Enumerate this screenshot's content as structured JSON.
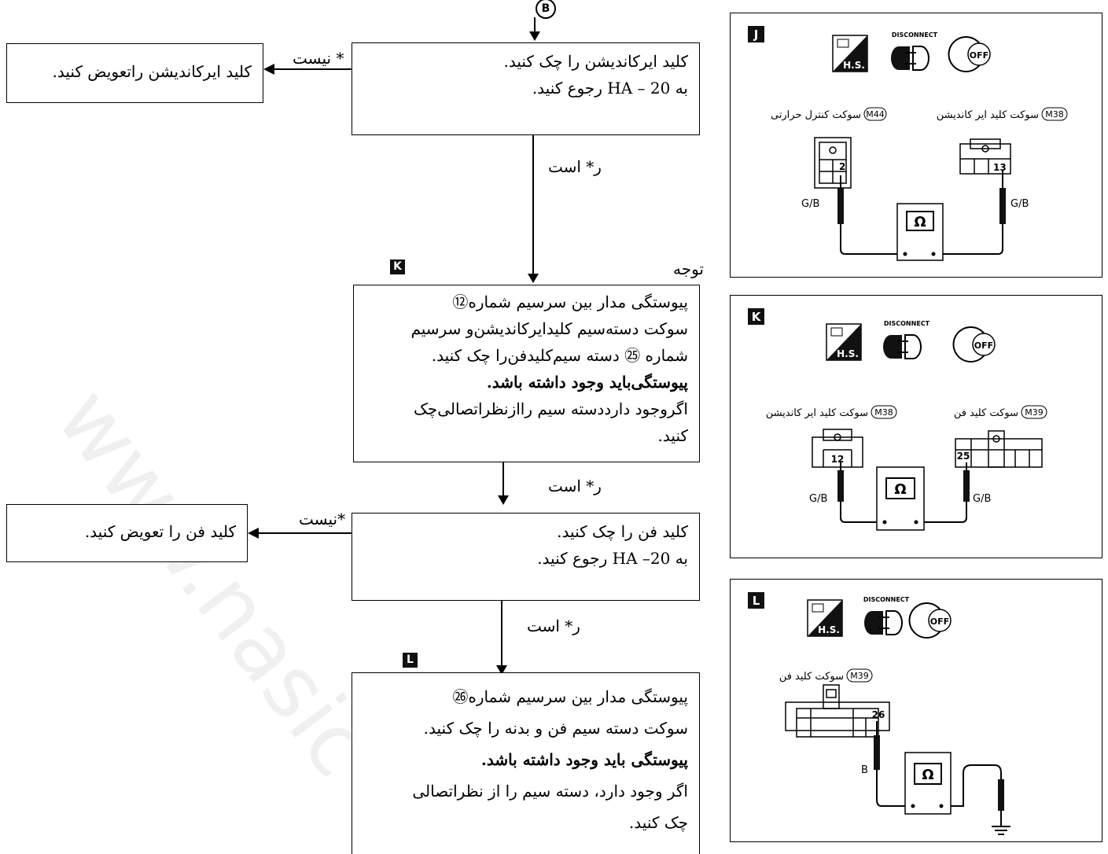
{
  "flow": {
    "connector": "B",
    "box1": {
      "line1": "کلید ایرکاندیشن را چک کنید.",
      "line2": "به 20 – HA رجوع کنید."
    },
    "box1_no_label": "* نیست",
    "replace_ac": "کلید ایرکاندیشن راتعویض کنید.",
    "box1_yes_label": "ر* است",
    "note_label": "توجه",
    "box2": {
      "tag": "K",
      "line1": "پیوستگی مدار بین سرسیم شماره⑫",
      "line2": "سوکت دسته‌سیم کلیدایرکاندیشن‌و سرسیم",
      "line3": "شماره ㉕  دسته سیم‌کلیدفن‌را چک کنید.",
      "line4": "پیوستگی‌باید وجود داشته باشد.",
      "line5": "اگروجود دارددسته سیم راازنظراتصالی‌چک",
      "line6": "کنید."
    },
    "box2_yes_label": "ر* است",
    "box3": {
      "line1": "کلید فن را چک کنید.",
      "line2": "به 20– HA رجوع کنید."
    },
    "box3_no_label": "*نیست",
    "replace_fan": "کلید فن را تعویض کنید.",
    "box3_yes_label": "ر* است",
    "box4": {
      "tag": "L",
      "line1": "پیوستگی مدار بین سرسیم شماره㉖",
      "line2": "سوکت دسته سیم فن و بدنه را چک کنید.",
      "line3": "پیوستگی باید وجود داشته باشد.",
      "line4": "اگر وجود دارد، دسته سیم را از نظراتصالی",
      "line5": "چک کنید."
    }
  },
  "panels": [
    {
      "tag": "J",
      "disconnect": "DISCONNECT",
      "hs": "H.S.",
      "off": "OFF",
      "conn_left_code": "M44",
      "conn_left_label": "سوکت کنترل حرارتی",
      "conn_right_code": "M38",
      "conn_right_label": "سوکت کلید ایر کاندیشن",
      "pin_left": "2",
      "pin_right": "13",
      "wire_left": "G/B",
      "wire_right": "G/B",
      "meter": "Ω"
    },
    {
      "tag": "K",
      "disconnect": "DISCONNECT",
      "hs": "H.S.",
      "off": "OFF",
      "conn_left_code": "M38",
      "conn_left_label": "سوکت کلید ایر کاندیشن",
      "conn_right_code": "M39",
      "conn_right_label": "سوکت کلید فن",
      "pin_left": "12",
      "pin_right": "25",
      "wire_left": "G/B",
      "wire_right": "G/B",
      "meter": "Ω"
    },
    {
      "tag": "L",
      "disconnect": "DISCONNECT",
      "hs": "H.S.",
      "off": "OFF",
      "conn_code": "M39",
      "conn_label": "سوکت کلید فن",
      "pin": "26",
      "wire": "B",
      "meter": "Ω"
    }
  ]
}
